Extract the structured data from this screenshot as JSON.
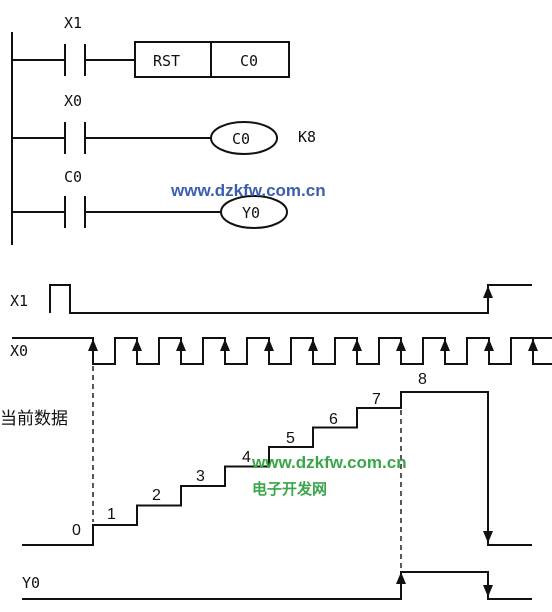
{
  "ladder": {
    "rung1": {
      "contact": "X1",
      "box_left": "RST",
      "box_right": "C0"
    },
    "rung2": {
      "contact": "X0",
      "coil": "C0",
      "setting": "K8"
    },
    "rung3": {
      "contact": "C0",
      "coil": "Y0"
    }
  },
  "timing": {
    "x1_label": "X1",
    "x0_label": "X0",
    "current_label": "当前数据",
    "y0_label": "Y0",
    "steps": [
      "0",
      "1",
      "2",
      "3",
      "4",
      "5",
      "6",
      "7",
      "8"
    ]
  },
  "watermarks": {
    "url": "www.dzkfw.com.cn",
    "url_color": "#3a5fb0",
    "url_color2": "#3aa64a",
    "site_name": "电子开发网",
    "site_color": "#3aa64a"
  }
}
